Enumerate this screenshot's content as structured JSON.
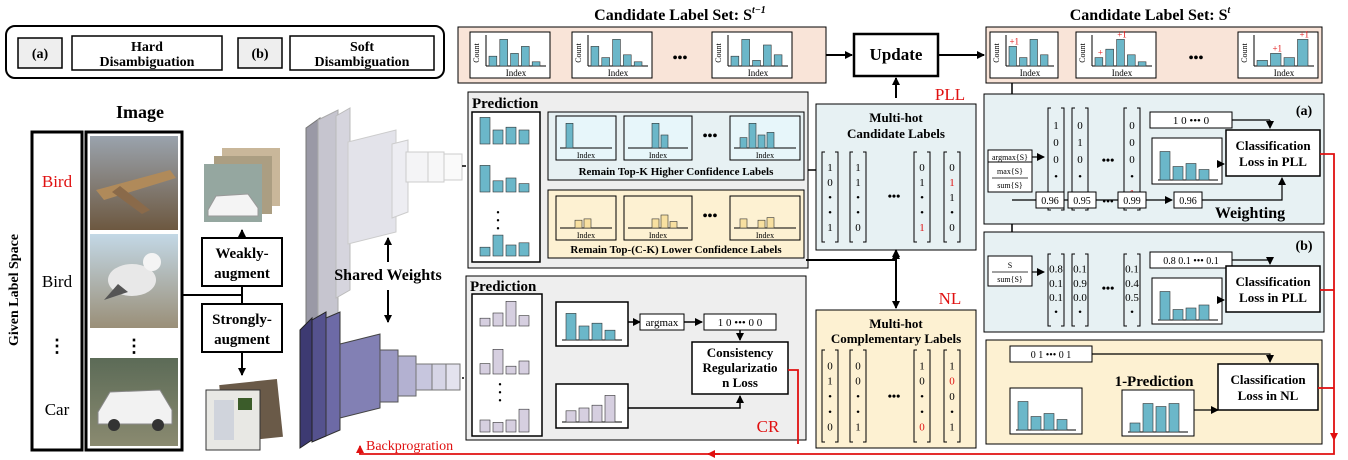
{
  "legend": {
    "a_tag": "(a)",
    "a_label_1": "Hard",
    "a_label_2": "Disambiguation",
    "b_tag": "(b)",
    "b_label_1": "Soft",
    "b_label_2": "Disambiguation"
  },
  "image_section": {
    "title": "Image",
    "side_label": "Given Label Space",
    "labels": [
      "Bird",
      "Bird",
      "Car"
    ],
    "dots": "⋮",
    "weak_aug_1": "Weakly-",
    "weak_aug_2": "augment",
    "strong_aug_1": "Strongly-",
    "strong_aug_2": "augment",
    "shared_weights": "Shared Weights",
    "backprop": "Backprogration"
  },
  "candidate_prev": {
    "title": "Candidate Label Set: S",
    "sup": "t−1"
  },
  "candidate_curr": {
    "title": "Candidate Label Set: S",
    "sup": "t"
  },
  "hist": {
    "count": "Count",
    "index": "Index",
    "ellipsis": "•••",
    "plus_one": "+1",
    "plus": "+"
  },
  "update": "Update",
  "pll_tag": "PLL",
  "nl_tag": "NL",
  "cr_tag": "CR",
  "prediction_top": {
    "title": "Prediction",
    "remain_high": "Remain Top-K Higher Confidence Labels",
    "remain_low": "Remain Top-(C-K) Lower Confidence Labels"
  },
  "prediction_bottom": {
    "title": "Prediction",
    "argmax": "argmax",
    "vector": "1 0 ••• 0 0",
    "loss_1": "Consistency",
    "loss_2": "Regularizatio",
    "loss_3": "n Loss"
  },
  "multi_hot_candidate": {
    "title_1": "Multi-hot",
    "title_2": "Candidate Labels"
  },
  "multi_hot_complementary": {
    "title_1": "Multi-hot",
    "title_2": "Complementary Labels"
  },
  "panel_a": {
    "tag": "(a)",
    "argmax": "argmax{S",
    "max": "max{S",
    "sum": "sum{S",
    "vector": "1   0  •••  0",
    "weights": [
      "0.96",
      "0.95",
      "0.99",
      "0.96"
    ],
    "loss_1": "Classification",
    "loss_2": "Loss in PLL",
    "weighting": "Weighting"
  },
  "panel_b": {
    "tag": "(b)",
    "frac_top": "S",
    "frac_bottom": "sum{S",
    "vector": "0.8  0.1 •••  0.1",
    "col1": [
      "0.8",
      "0.1",
      "0.1"
    ],
    "col2": [
      "0.1",
      "0.9",
      "0.0"
    ],
    "col3": [
      "0.1",
      "0.4",
      "0.5"
    ],
    "loss_1": "Classification",
    "loss_2": "Loss in PLL"
  },
  "panel_nl": {
    "vector": "0  1 •••  0  1",
    "one_prediction": "1-Prediction",
    "loss_1": "Classification",
    "loss_2": "Loss in NL"
  },
  "colors": {
    "peach": "#f9e4d8",
    "gray_panel": "#eeeeee",
    "teal_panel": "#e7f1f3",
    "yellow_panel": "#fdf1d2",
    "bar_blue": "#6bb7c9",
    "bar_yellow": "#f8e0a0",
    "bar_lilac": "#d6cfe0",
    "red": "#e01010"
  }
}
